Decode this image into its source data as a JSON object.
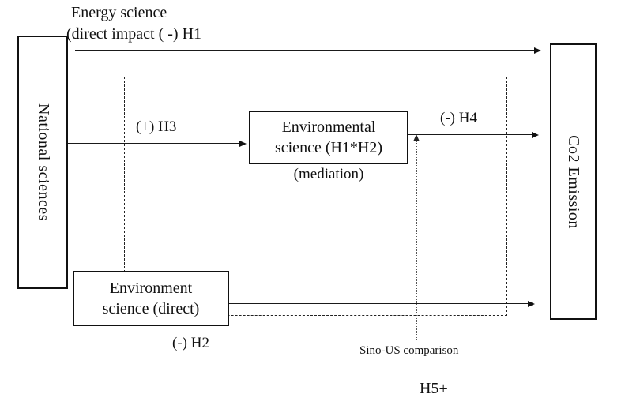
{
  "nodes": {
    "national": {
      "label": "National sciences"
    },
    "co2": {
      "label": "Co2 Emission"
    },
    "mediator": {
      "line1": "Environmental",
      "line2": "science (H1*H2)",
      "caption": "(mediation)"
    },
    "direct": {
      "line1": "Environment",
      "line2": "science (direct)"
    }
  },
  "labels": {
    "energy_line1": "Energy science",
    "energy_line2": "(direct impact ( -) H1",
    "h3": "(+) H3",
    "h4": "(-) H4",
    "h2": "(-) H2",
    "moderator": "Sino-US comparison",
    "h5": "H5+"
  },
  "colors": {
    "line": "#111111",
    "dotted_line": "#555555",
    "background": "#ffffff",
    "text": "#111111"
  }
}
